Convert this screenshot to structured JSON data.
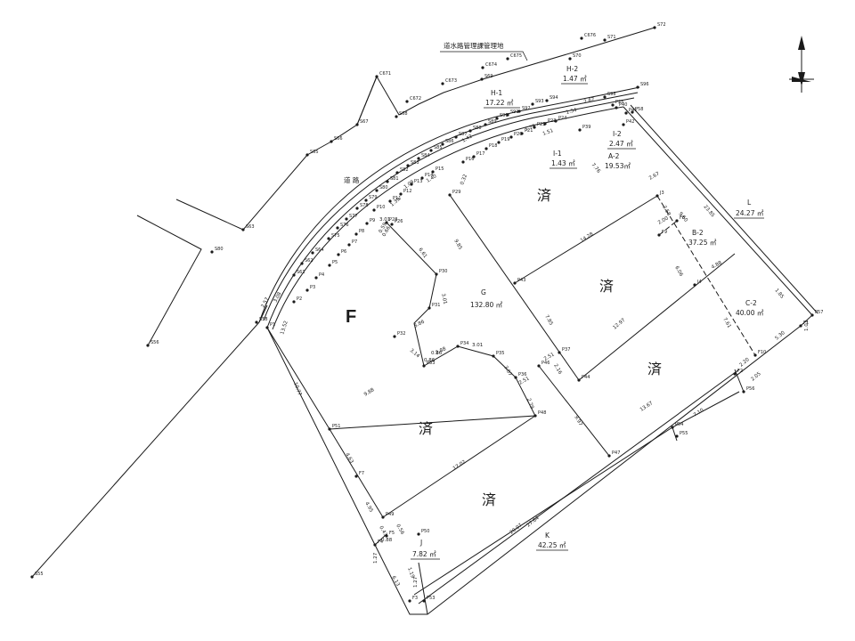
{
  "labels": {
    "waterway": "道水路管理課管理地",
    "road": "道 路",
    "big_f": "F",
    "sumi": "済"
  },
  "parcels": {
    "H1": {
      "name": "H-1",
      "area": "17.22 ㎡"
    },
    "H2": {
      "name": "H-2",
      "area": "1.47 ㎡"
    },
    "I1": {
      "name": "I-1",
      "area": "1.43 ㎡"
    },
    "I2": {
      "name": "I-2",
      "area": "2.47 ㎡"
    },
    "A2": {
      "name": "A-2",
      "area": "19.53㎡"
    },
    "L": {
      "name": "L",
      "area": "24.27 ㎡"
    },
    "B2": {
      "name": "B-2",
      "area": "37.25 ㎡"
    },
    "C2": {
      "name": "C-2",
      "area": "40.00 ㎡"
    },
    "G": {
      "name": "G",
      "area": "132.80 ㎡"
    },
    "J": {
      "name": "J",
      "area": "7.82 ㎡"
    },
    "K": {
      "name": "K",
      "area": "42.25 ㎡"
    }
  },
  "points": [
    {
      "id": "S72",
      "t": "S72"
    },
    {
      "id": "S71",
      "t": "S71"
    },
    {
      "id": "S70",
      "t": "S70"
    },
    {
      "id": "C676",
      "t": "C676"
    },
    {
      "id": "C675",
      "t": "C675"
    },
    {
      "id": "C674",
      "t": "C674"
    },
    {
      "id": "C673",
      "t": "C673"
    },
    {
      "id": "C672",
      "t": "C672"
    },
    {
      "id": "C671",
      "t": "C671"
    },
    {
      "id": "S69",
      "t": "S69"
    },
    {
      "id": "S68",
      "t": "S68"
    },
    {
      "id": "S67",
      "t": "S67"
    },
    {
      "id": "S66",
      "t": "S66"
    },
    {
      "id": "S65",
      "t": "S65"
    },
    {
      "id": "S63",
      "t": "S63"
    },
    {
      "id": "S80",
      "t": "S80"
    },
    {
      "id": "S56",
      "t": "S56"
    },
    {
      "id": "S55",
      "t": "S55"
    },
    {
      "id": "S96",
      "t": "S96"
    },
    {
      "id": "S98",
      "t": "S98"
    },
    {
      "id": "P58",
      "t": "P58"
    },
    {
      "id": "S94",
      "t": "S94"
    },
    {
      "id": "S93",
      "t": "S93"
    },
    {
      "id": "S92",
      "t": "S92"
    },
    {
      "id": "S91",
      "t": "S91"
    },
    {
      "id": "S90",
      "t": "S90"
    },
    {
      "id": "S89",
      "t": "S89"
    },
    {
      "id": "S88",
      "t": "S88"
    },
    {
      "id": "S87",
      "t": "S87"
    },
    {
      "id": "S86",
      "t": "S86"
    },
    {
      "id": "S85",
      "t": "S85"
    },
    {
      "id": "S84",
      "t": "S84"
    },
    {
      "id": "S83",
      "t": "S83"
    },
    {
      "id": "S82",
      "t": "S82"
    },
    {
      "id": "S81",
      "t": "S81"
    },
    {
      "id": "S80b",
      "t": "S80"
    },
    {
      "id": "S79",
      "t": "S79"
    },
    {
      "id": "S78",
      "t": "S78"
    },
    {
      "id": "S77",
      "t": "S77"
    },
    {
      "id": "S76",
      "t": "S76"
    },
    {
      "id": "S75",
      "t": "S75"
    },
    {
      "id": "S64",
      "t": "S64"
    },
    {
      "id": "S62",
      "t": "S62"
    },
    {
      "id": "S61",
      "t": "S61"
    },
    {
      "id": "S58",
      "t": "S58"
    },
    {
      "id": "P1",
      "t": "P1"
    },
    {
      "id": "P2",
      "t": "P2"
    },
    {
      "id": "P3",
      "t": "P3"
    },
    {
      "id": "P4",
      "t": "P4"
    },
    {
      "id": "P5",
      "t": "P5"
    },
    {
      "id": "P6",
      "t": "P6"
    },
    {
      "id": "P7",
      "t": "P7"
    },
    {
      "id": "P8",
      "t": "P8"
    },
    {
      "id": "P9",
      "t": "P9"
    },
    {
      "id": "P10",
      "t": "P10"
    },
    {
      "id": "P11",
      "t": "P11"
    },
    {
      "id": "P12",
      "t": "P12"
    },
    {
      "id": "P13",
      "t": "P13"
    },
    {
      "id": "P14",
      "t": "P14"
    },
    {
      "id": "P15",
      "t": "P15"
    },
    {
      "id": "P16",
      "t": "P16"
    },
    {
      "id": "P17",
      "t": "P17"
    },
    {
      "id": "P18",
      "t": "P18"
    },
    {
      "id": "P19",
      "t": "P19"
    },
    {
      "id": "P20",
      "t": "P20"
    },
    {
      "id": "P21",
      "t": "P21"
    },
    {
      "id": "P22",
      "t": "P22"
    },
    {
      "id": "P23",
      "t": "P23"
    },
    {
      "id": "P24",
      "t": "P24"
    },
    {
      "id": "P25",
      "t": "P25"
    },
    {
      "id": "P26",
      "t": "P26"
    },
    {
      "id": "P28",
      "t": "P28"
    },
    {
      "id": "P29",
      "t": "P29"
    },
    {
      "id": "P30",
      "t": "P30"
    },
    {
      "id": "P31",
      "t": "P31"
    },
    {
      "id": "P32",
      "t": "P32"
    },
    {
      "id": "P33",
      "t": "P33"
    },
    {
      "id": "P34",
      "t": "P34"
    },
    {
      "id": "P35",
      "t": "P35"
    },
    {
      "id": "P36",
      "t": "P36"
    },
    {
      "id": "P37",
      "t": "P37"
    },
    {
      "id": "P39",
      "t": "P39"
    },
    {
      "id": "P40",
      "t": "P40"
    },
    {
      "id": "P41",
      "t": "P41"
    },
    {
      "id": "P42",
      "t": "P42"
    },
    {
      "id": "P43",
      "t": "P43"
    },
    {
      "id": "P44",
      "t": "P44"
    },
    {
      "id": "P46",
      "t": "P46"
    },
    {
      "id": "P47",
      "t": "P47"
    },
    {
      "id": "P48",
      "t": "P48"
    },
    {
      "id": "P49",
      "t": "P49"
    },
    {
      "id": "P50",
      "t": "P50"
    },
    {
      "id": "P51",
      "t": "P51"
    },
    {
      "id": "P53",
      "t": "P53"
    },
    {
      "id": "P54",
      "t": "P54"
    },
    {
      "id": "P55",
      "t": "P55"
    },
    {
      "id": "P56",
      "t": "P56"
    },
    {
      "id": "P57",
      "t": "P57"
    },
    {
      "id": "F1",
      "t": "F1"
    },
    {
      "id": "F2",
      "t": "F2"
    },
    {
      "id": "F3",
      "t": "F3"
    },
    {
      "id": "F4",
      "t": "F4"
    },
    {
      "id": "F5",
      "t": "F5"
    },
    {
      "id": "F7",
      "t": "F7"
    },
    {
      "id": "F8",
      "t": "F8"
    },
    {
      "id": "F9",
      "t": "F9"
    },
    {
      "id": "F10",
      "t": "F10"
    },
    {
      "id": "J3",
      "t": "J3"
    },
    {
      "id": "J4",
      "t": "J4"
    }
  ],
  "dims": [
    {
      "id": "d1",
      "t": "2.57"
    },
    {
      "id": "d2",
      "t": "3.08"
    },
    {
      "id": "d3",
      "t": "13.52"
    },
    {
      "id": "d4",
      "t": "3.01"
    },
    {
      "id": "d5",
      "t": "0.59"
    },
    {
      "id": "d6",
      "t": "6.61"
    },
    {
      "id": "d7",
      "t": "3.01"
    },
    {
      "id": "d8",
      "t": "9.85"
    },
    {
      "id": "d9",
      "t": "3.86"
    },
    {
      "id": "d10",
      "t": "3.14"
    },
    {
      "id": "d11",
      "t": "0.86"
    },
    {
      "id": "d12",
      "t": "2.88"
    },
    {
      "id": "d13",
      "t": "3.01"
    },
    {
      "id": "d14",
      "t": "3.07"
    },
    {
      "id": "d15",
      "t": "2.51"
    },
    {
      "id": "d16",
      "t": "2.51"
    },
    {
      "id": "d17",
      "t": "2.16"
    },
    {
      "id": "d18",
      "t": "2.79"
    },
    {
      "id": "d19",
      "t": "7.85"
    },
    {
      "id": "d20",
      "t": "14.28"
    },
    {
      "id": "d21",
      "t": "12.97"
    },
    {
      "id": "d22",
      "t": "9.97"
    },
    {
      "id": "d23",
      "t": "10.77"
    },
    {
      "id": "d24",
      "t": "9.88"
    },
    {
      "id": "d25",
      "t": "4.63"
    },
    {
      "id": "d26",
      "t": "4.95"
    },
    {
      "id": "d27",
      "t": "17.02"
    },
    {
      "id": "d28",
      "t": "13.67"
    },
    {
      "id": "d29",
      "t": "20.07"
    },
    {
      "id": "d30",
      "t": "27.64"
    },
    {
      "id": "d31",
      "t": "7.10"
    },
    {
      "id": "d32",
      "t": "5.30"
    },
    {
      "id": "d33",
      "t": "2.20"
    },
    {
      "id": "d34",
      "t": "2.05"
    },
    {
      "id": "d35",
      "t": "23.85"
    },
    {
      "id": "d36",
      "t": "9.60"
    },
    {
      "id": "d37",
      "t": "1.85"
    },
    {
      "id": "d38",
      "t": "1.01"
    },
    {
      "id": "d39",
      "t": "7.76"
    },
    {
      "id": "d40",
      "t": "2.67"
    },
    {
      "id": "d41",
      "t": "3.58"
    },
    {
      "id": "d42",
      "t": "2.00"
    },
    {
      "id": "d43",
      "t": "6.06"
    },
    {
      "id": "d44",
      "t": "4.88"
    },
    {
      "id": "d45",
      "t": "7.61"
    },
    {
      "id": "d46",
      "t": "6.13"
    },
    {
      "id": "d47",
      "t": "0.56"
    },
    {
      "id": "d48",
      "t": "0.43"
    },
    {
      "id": "d49",
      "t": "1.27"
    },
    {
      "id": "d50",
      "t": "1.27"
    },
    {
      "id": "d51",
      "t": "1.19"
    },
    {
      "id": "d52",
      "t": "0.88"
    },
    {
      "id": "d53",
      "t": "1.54"
    },
    {
      "id": "d54",
      "t": "2.67"
    },
    {
      "id": "d55",
      "t": "0.32"
    },
    {
      "id": "d56",
      "t": "1.42"
    },
    {
      "id": "d57",
      "t": "1.51"
    },
    {
      "id": "d58",
      "t": "1.75"
    },
    {
      "id": "d59",
      "t": "1.40"
    },
    {
      "id": "d60",
      "t": "1.39"
    },
    {
      "id": "d61",
      "t": "1.09"
    },
    {
      "id": "d62",
      "t": "0.66"
    },
    {
      "id": "d63",
      "t": "0.86"
    }
  ]
}
